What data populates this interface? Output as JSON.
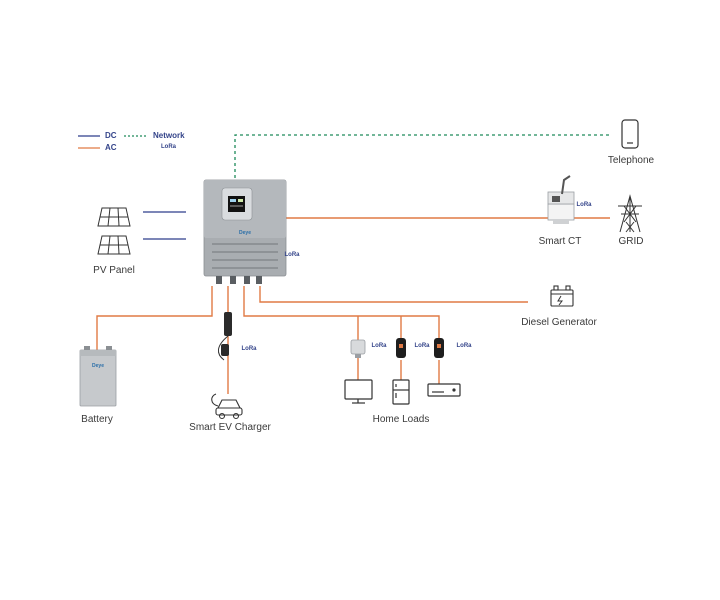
{
  "legend": {
    "dc": "DC",
    "ac": "AC",
    "network": "Network",
    "lora": "LoRa"
  },
  "brand": "Deye",
  "labels": {
    "telephone": "Telephone",
    "pv_panel": "PV Panel",
    "smart_ct": "Smart CT",
    "grid": "GRID",
    "diesel_generator": "Diesel Generator",
    "battery": "Battery",
    "smart_ev_charger": "Smart EV Charger",
    "home_loads": "Home Loads"
  },
  "lora_tags": {
    "inverter": "LoRa",
    "smart_ct": "LoRa",
    "ev_charger": "LoRa",
    "load1": "LoRa",
    "load2": "LoRa",
    "load3": "LoRa"
  },
  "colors": {
    "dc": "#2f3d8c",
    "ac": "#e07a45",
    "network": "#1e8a5a",
    "icon": "#333333",
    "device": "#9a9ea3"
  }
}
